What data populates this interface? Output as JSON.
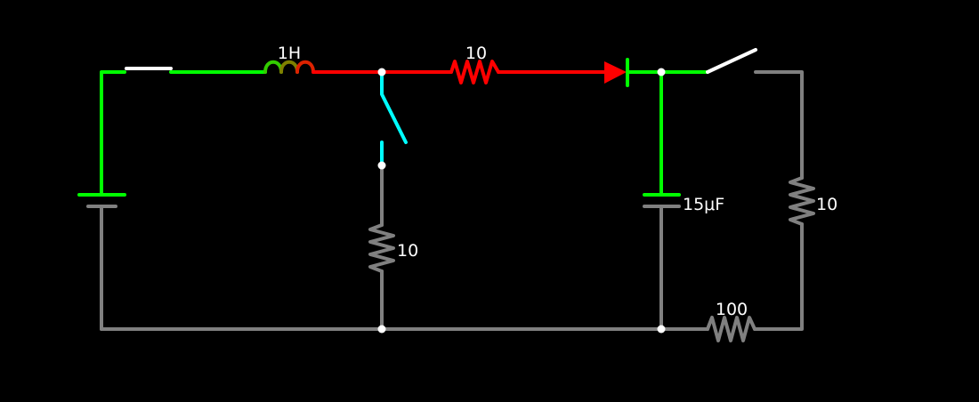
{
  "colors": {
    "background": "#000000",
    "wire_inactive": "#808080",
    "wire_current_low": "#00ff00",
    "wire_current_high": "#ff0000",
    "inductor_mid": "#808000",
    "switch_active": "#00ffff",
    "switch_plain": "#ffffff",
    "node": "#ffffff"
  },
  "components": {
    "inductor": {
      "label": "1H"
    },
    "resistor_top": {
      "label": "10"
    },
    "resistor_middle": {
      "label": "10"
    },
    "resistor_right": {
      "label": "10"
    },
    "resistor_bottom": {
      "label": "100"
    },
    "capacitor": {
      "label": "15μF"
    },
    "battery": {
      "label": ""
    },
    "diode": {
      "label": ""
    },
    "switch_top_left": {
      "state": "closed"
    },
    "switch_middle": {
      "state": "open"
    },
    "switch_top_right": {
      "state": "open"
    }
  }
}
